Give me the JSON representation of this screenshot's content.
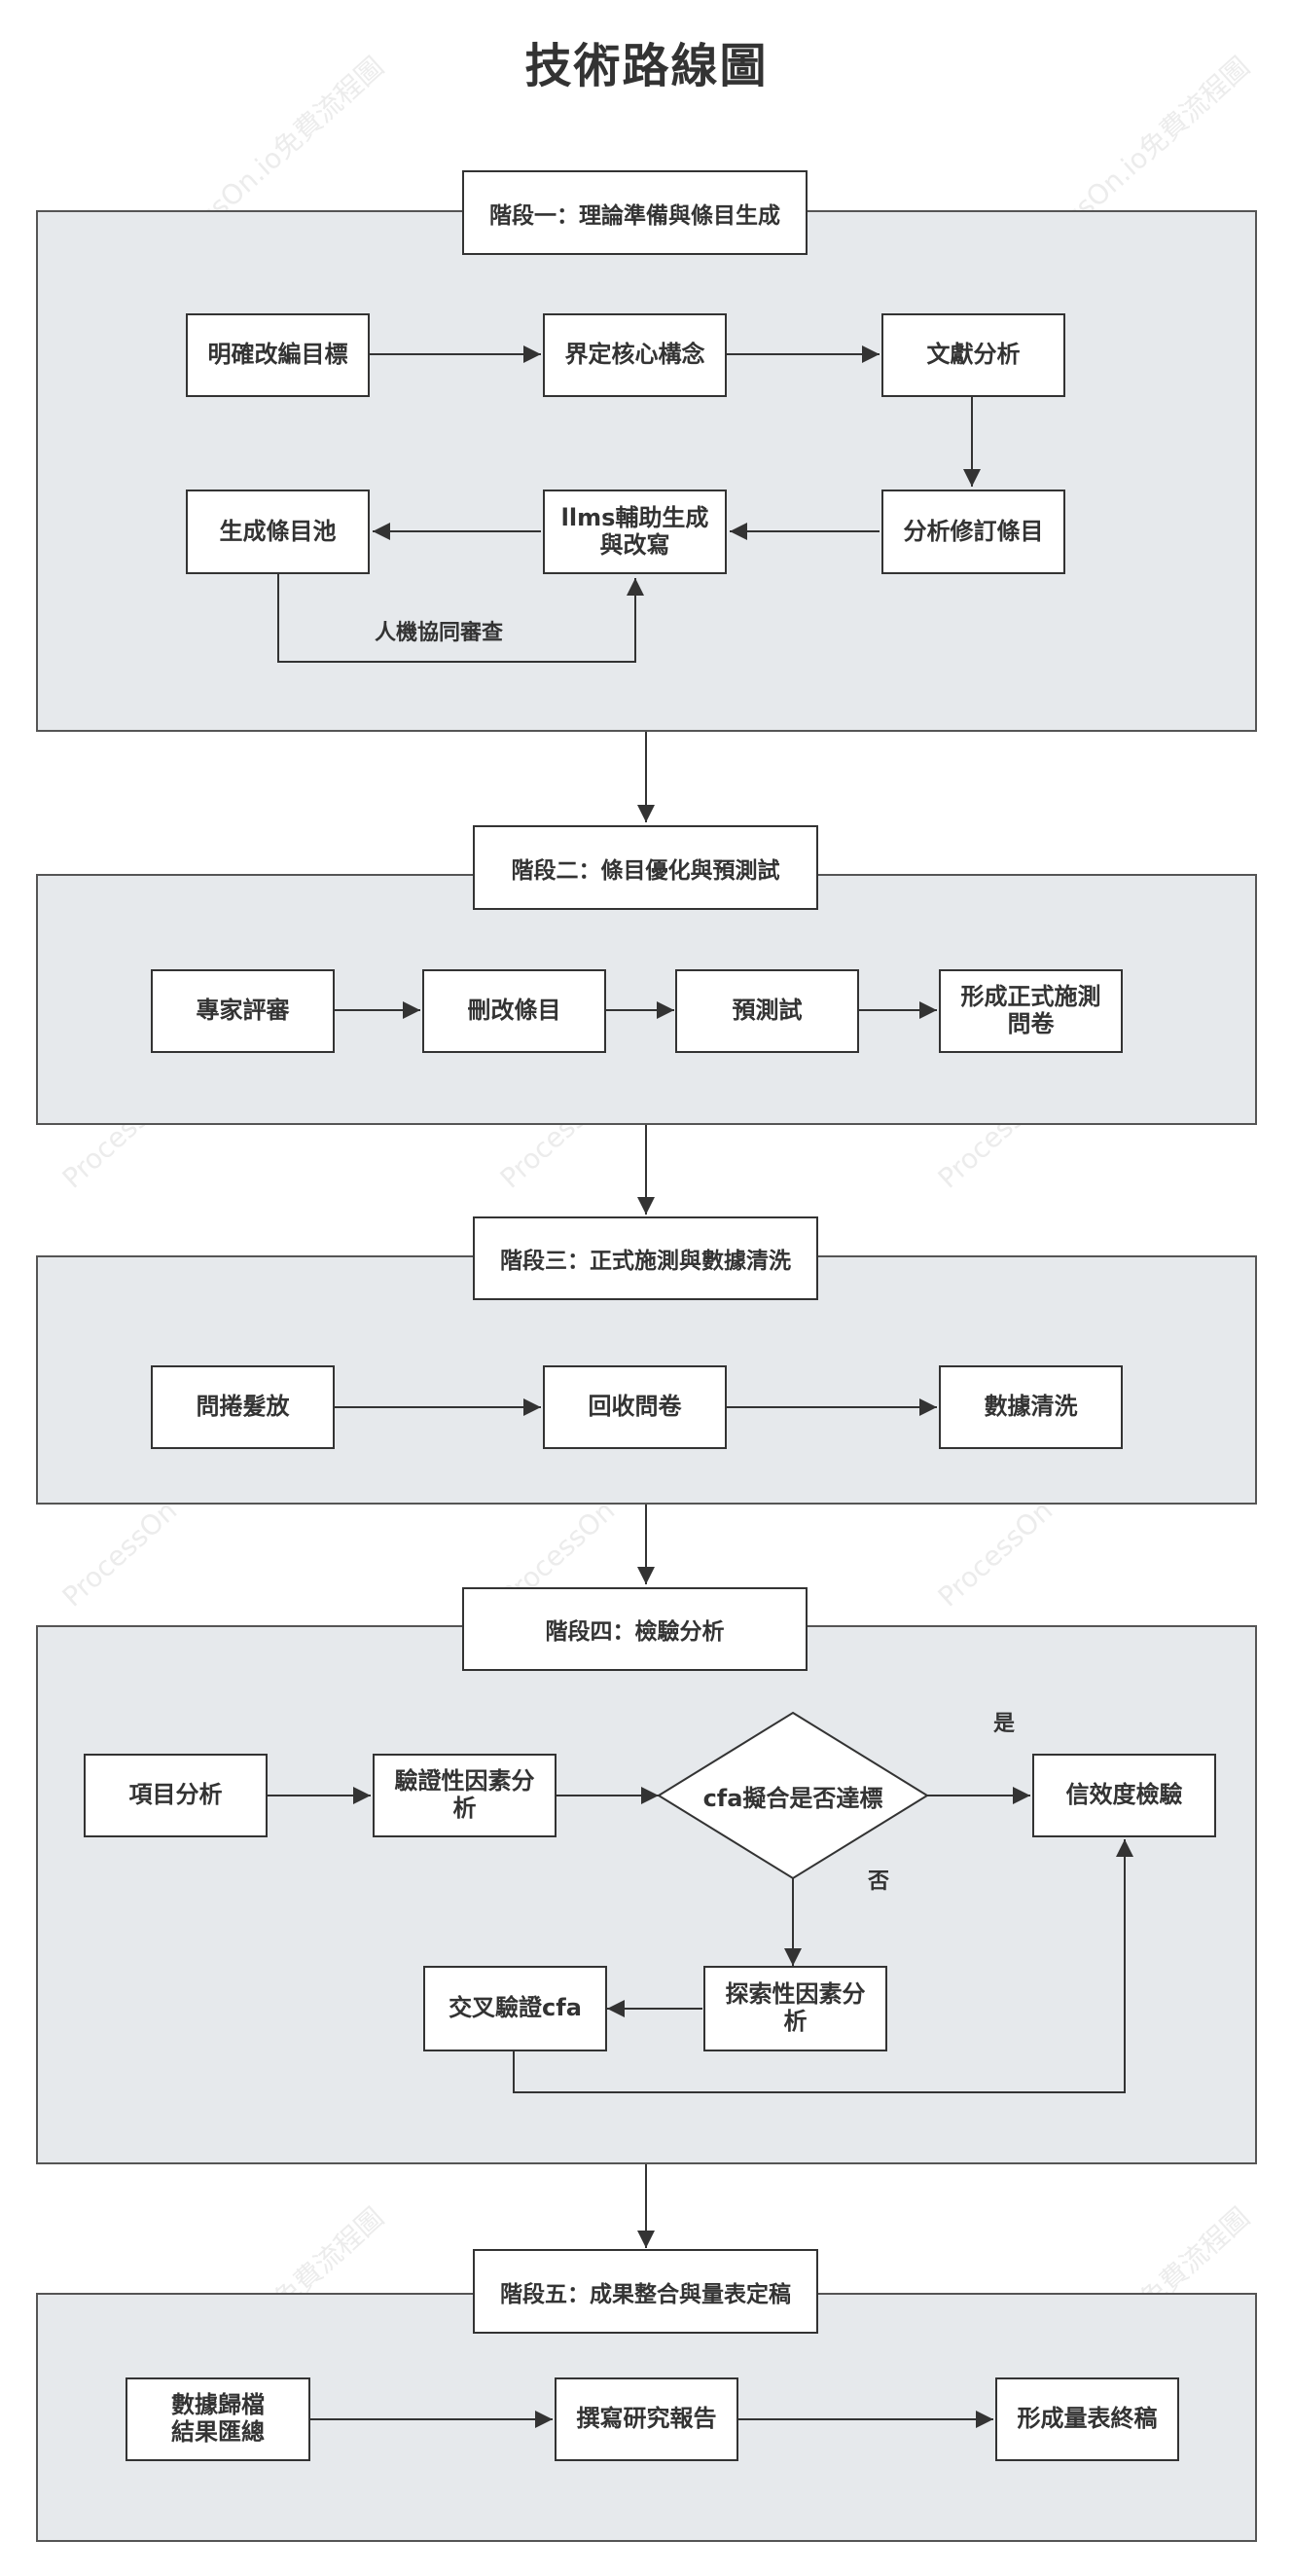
{
  "title": "技術路線圖",
  "watermarks": [
    "ProcessOn.io免費流程圖",
    "ProcessOn.io免費流程圖",
    "ProcessOn",
    "ProcessOn",
    "ProcessOn",
    "ProcessOn",
    "ProcessOn",
    "ProcessOn",
    "ProcessOn.io免費流程圖",
    "ProcessOn.io免費流程圖"
  ],
  "stages": {
    "s1": {
      "label": "階段一：理論準備與條目生成",
      "nodes": {
        "n1": "明確改編目標",
        "n2": "界定核心構念",
        "n3": "文獻分析",
        "n4": "分析修訂條目",
        "n5": "llms輔助生成\n與改寫",
        "n6": "生成條目池"
      },
      "loop_label": "人機協同審查"
    },
    "s2": {
      "label": "階段二：條目優化與預測試",
      "nodes": {
        "n1": "專家評審",
        "n2": "刪改條目",
        "n3": "預測試",
        "n4": "形成正式施測\n問卷"
      }
    },
    "s3": {
      "label": "階段三：正式施測與數據清洗",
      "nodes": {
        "n1": "問捲髮放",
        "n2": "回收問卷",
        "n3": "數據清洗"
      }
    },
    "s4": {
      "label": "階段四：檢驗分析",
      "nodes": {
        "n1": "項目分析",
        "n2": "驗證性因素分\n析",
        "decision": "cfa擬合是否達標",
        "n3": "信效度檢驗",
        "n4": "探索性因素分\n析",
        "n5": "交叉驗證cfa"
      },
      "yes_label": "是",
      "no_label": "否"
    },
    "s5": {
      "label": "階段五：成果整合與量表定稿",
      "nodes": {
        "n1": "數據歸檔\n結果匯總",
        "n2": "撰寫研究報告",
        "n3": "形成量表終稿"
      }
    }
  }
}
